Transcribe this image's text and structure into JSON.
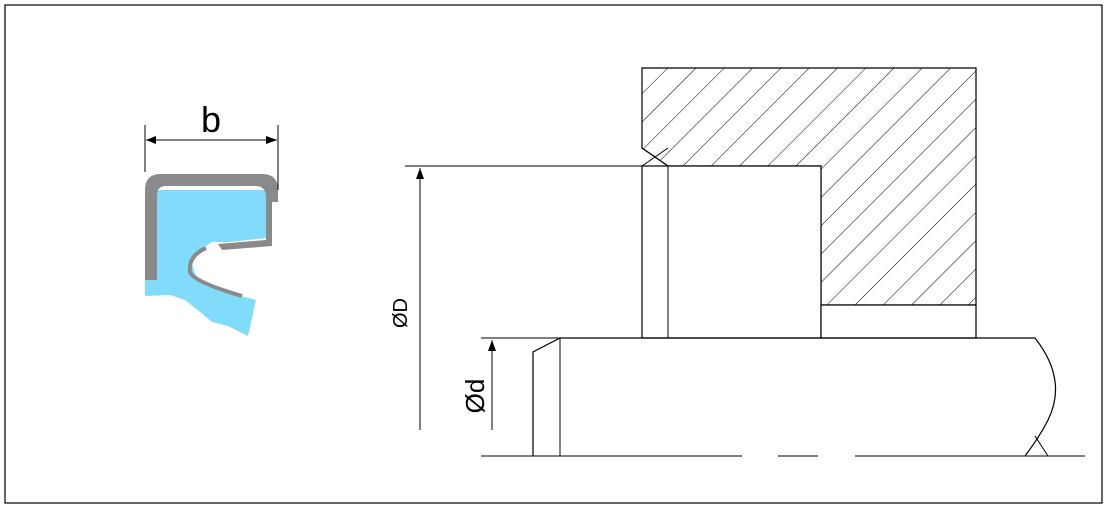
{
  "labels": {
    "width": "b",
    "outer_diameter": "ØD",
    "inner_diameter": "Ød"
  },
  "colors": {
    "frame": "#000000",
    "metal_case": "#8a8a8a",
    "rubber": "#80dcfa",
    "hatch": "#000000",
    "background": "#ffffff"
  }
}
